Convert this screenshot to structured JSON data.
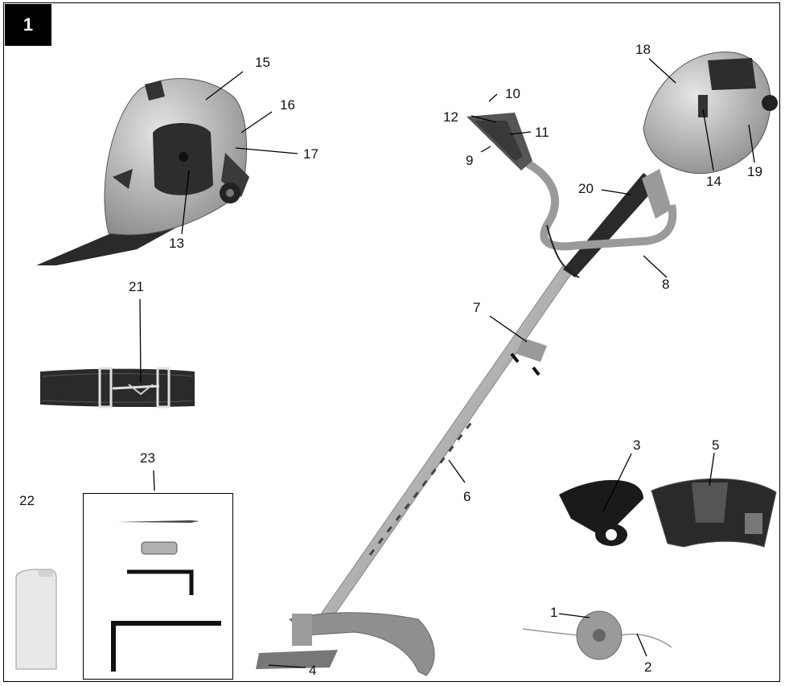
{
  "figure": {
    "number": "1"
  },
  "callouts": [
    "1",
    "2",
    "3",
    "4",
    "5",
    "6",
    "7",
    "8",
    "9",
    "10",
    "11",
    "12",
    "13",
    "14",
    "15",
    "16",
    "17",
    "18",
    "19",
    "20",
    "21",
    "22",
    "23"
  ],
  "colors": {
    "metal": "#b9b9b9",
    "metal_dark": "#6e6e6e",
    "housing": "#c8c8c8",
    "black": "#1a1a1a",
    "line": "#000000"
  }
}
